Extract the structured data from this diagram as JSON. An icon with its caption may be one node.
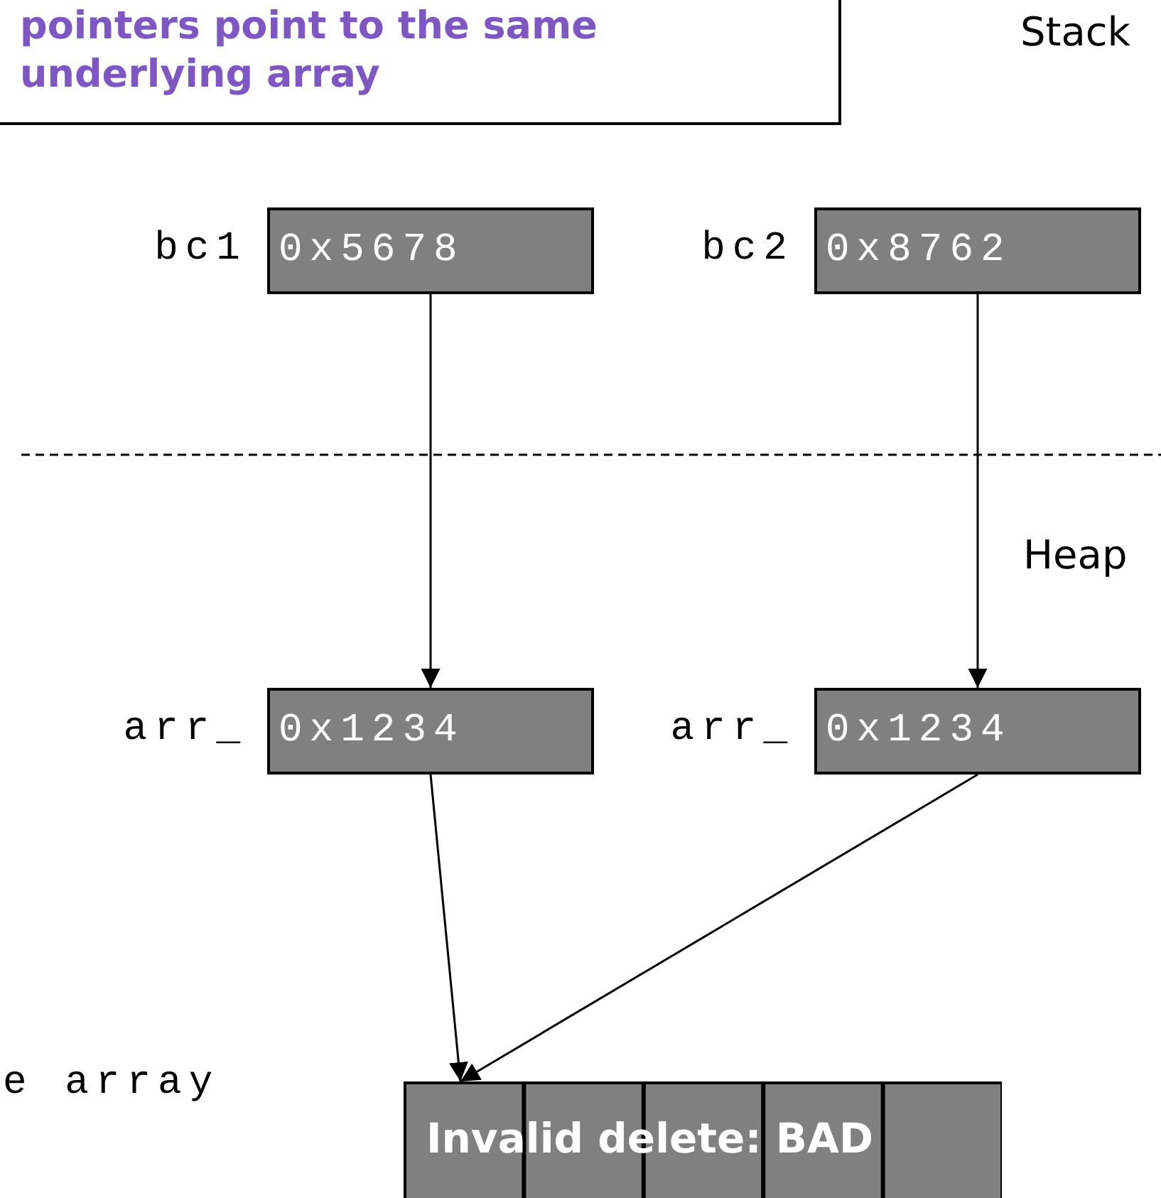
{
  "diagram": {
    "nodes": [
      {
        "text": [
          "pointers point to the same underlying array"
        ]
      },
      {
        "text": [
          "0x5678"
        ],
        "beside": [
          "bc1"
        ]
      },
      {
        "text": [
          "0x8762"
        ],
        "beside": [
          "bc2"
        ]
      },
      {
        "text": [
          "0x1234"
        ],
        "beside": [
          "arr_"
        ]
      },
      {
        "text": [
          "0x1234"
        ],
        "beside": [
          "arr_"
        ]
      },
      {
        "text": [
          "Invalid delete: BAD"
        ]
      }
    ],
    "edges": [
      {
        "from": 1,
        "to": 3,
        "arrow": "to"
      },
      {
        "from": 2,
        "to": 4,
        "arrow": "to"
      },
      {
        "from": 3,
        "to": 5,
        "arrow": "to"
      },
      {
        "from": 4,
        "to": 5,
        "arrow": "to"
      }
    ],
    "labels": [
      "Stack",
      "Heap",
      "e array"
    ]
  }
}
